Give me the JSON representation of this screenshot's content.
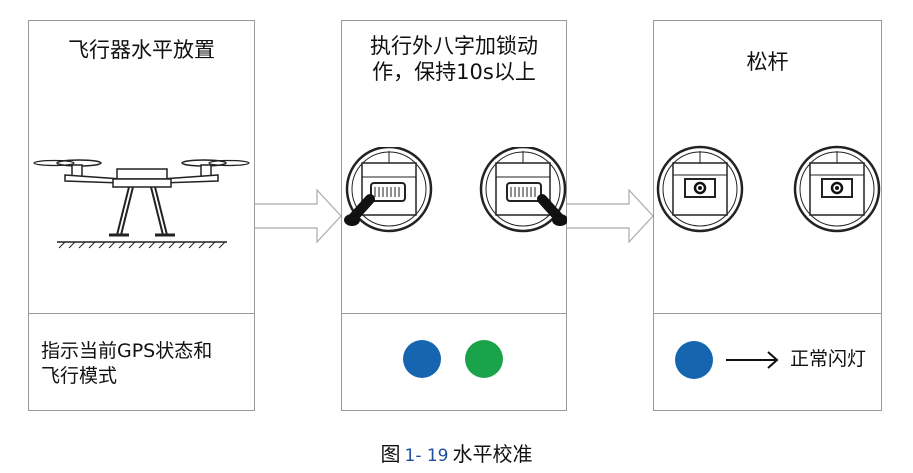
{
  "panels": [
    {
      "title": "飞行器水平放置",
      "note": "指示当前GPS状态和\n飞行模式",
      "dots": []
    },
    {
      "title": "执行外八字加锁动\n作，保持10s以上",
      "note": "",
      "dots": [
        "#1565b0",
        "#1aa34a"
      ]
    },
    {
      "title": "松杆",
      "note": "正常闪灯",
      "dots": [
        "#1565b0"
      ]
    }
  ],
  "caption": {
    "prefix": "图",
    "number": "1- 19",
    "text": "水平校准"
  },
  "colors": {
    "blue": "#1565b0",
    "green": "#1aa34a",
    "border": "#9a9a9a"
  },
  "icons": [
    "drone-icon",
    "transmitter-stick-icon",
    "arrow-right-icon"
  ]
}
